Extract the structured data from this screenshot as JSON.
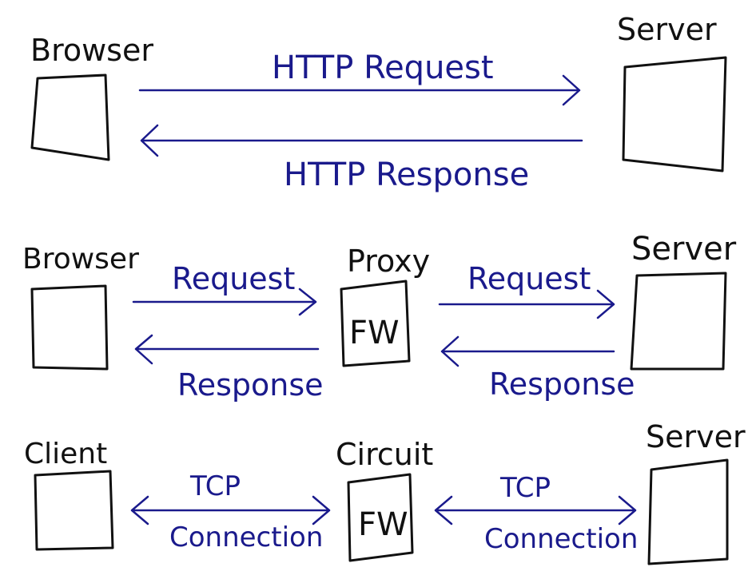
{
  "colors": {
    "ink": "#111111",
    "arrow": "#1a1a8c"
  },
  "row1": {
    "left_label": "Browser",
    "right_label": "Server",
    "top_arrow_label": "HTTP Request",
    "bottom_arrow_label": "HTTP Response"
  },
  "row2": {
    "left_label": "Browser",
    "middle_label": "Proxy",
    "middle_box_text": "FW",
    "right_label": "Server",
    "left_top_label": "Request",
    "left_bottom_label": "Response",
    "right_top_label": "Request",
    "right_bottom_label": "Response"
  },
  "row3": {
    "left_label": "Client",
    "middle_label": "Circuit",
    "middle_box_text": "FW",
    "right_label": "Server",
    "left_arrow_label_1": "TCP",
    "left_arrow_label_2": "Connection",
    "right_arrow_label_1": "TCP",
    "right_arrow_label_2": "Connection"
  }
}
